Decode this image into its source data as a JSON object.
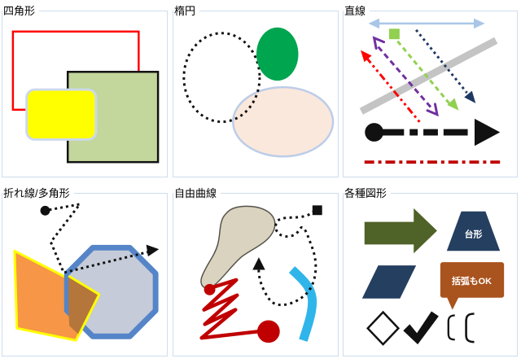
{
  "panel_style": {
    "border_color": "#cdddec",
    "title_color": "#000000",
    "background": "#ffffff"
  },
  "panels": [
    {
      "title": "四角形",
      "shapes": {
        "outline_rectangle": {
          "stroke": "#ff0000"
        },
        "bordered_square": {
          "fill": "#c3d69b",
          "stroke": "#111111"
        },
        "rounded_rectangle": {
          "fill": "#ffff00",
          "stroke": "#ccd9ec"
        }
      }
    },
    {
      "title": "楕円",
      "shapes": {
        "peach_ellipse": {
          "fill": "#fbe8dc",
          "stroke": "#bccde8"
        },
        "dotted_circle": {
          "stroke": "#111111"
        },
        "green_ellipse": {
          "fill": "#00a550"
        }
      }
    },
    {
      "title": "直線",
      "shapes": {
        "double_arrow": {
          "color": "#a9c6e8"
        },
        "gray_bar": {
          "color": "#c4c4c4"
        },
        "red_dash_dot_diagonal": {
          "color": "#ff0000"
        },
        "purple_dashed": {
          "color": "#7030a0"
        },
        "green_dashed": {
          "color": "#92d050"
        },
        "navy_dotted": {
          "color": "#1f3864"
        },
        "black_dashed_arrow": {
          "color": "#111111"
        },
        "red_dash_dot_horizontal": {
          "color": "#c00000"
        }
      }
    },
    {
      "title": "折れ線/多角形",
      "shapes": {
        "dotted_polyline": {
          "color": "#111111"
        },
        "orange_polygon": {
          "fill": "#f79646",
          "stroke": "#ffff00"
        },
        "octagon": {
          "fill": "#c5cbd8",
          "stroke": "#5585c8"
        },
        "overlap_region": {
          "fill": "#b5763c"
        }
      }
    },
    {
      "title": "自由曲線",
      "shapes": {
        "freeform_blob": {
          "fill": "#d9d3bf",
          "stroke": "#55524a"
        },
        "red_scribble": {
          "color": "#c00000"
        },
        "blue_curve": {
          "color": "#2fb5ea"
        },
        "dotted_curve": {
          "color": "#111111"
        }
      }
    },
    {
      "title": "各種図形",
      "shapes": {
        "block_arrow": {
          "fill": "#4f6228"
        },
        "trapezoid": {
          "fill": "#243f60",
          "label": "台形",
          "text_color": "#ffffff"
        },
        "parallelogram": {
          "fill": "#243f60"
        },
        "callout": {
          "fill": "#a9531e",
          "label": "括弧もOK",
          "text_color": "#ffffff"
        },
        "diamond": {
          "fill": "#ffffff",
          "stroke": "#111111"
        },
        "check_mark": {
          "fill": "#111111"
        },
        "brackets": {
          "stroke": "#111111"
        }
      }
    }
  ]
}
